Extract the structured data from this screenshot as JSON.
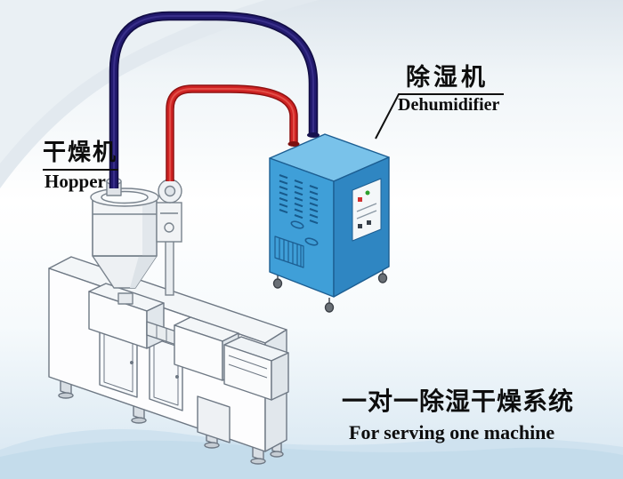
{
  "labels": {
    "hopper": {
      "cn": "干燥机",
      "en": "Hopper"
    },
    "dehumidifier": {
      "cn": "除湿机",
      "en": "Dehumidifier"
    },
    "caption": {
      "cn": "一对一除湿干燥系统",
      "en": "For serving one machine"
    }
  },
  "colors": {
    "dehumidifier_front": "#3f9fd8",
    "dehumidifier_side": "#2f86c2",
    "dehumidifier_top": "#79c2ea",
    "pipe_return_navy": "#221a6e",
    "pipe_supply_red": "#cf2323",
    "machine_outline": "#6e7884",
    "label_text": "#0d0d0d",
    "background_wave": "#cfe2ef"
  },
  "icons": {
    "dehumidifier": "dehumidifier-cabinet",
    "hopper": "hopper-dryer",
    "extruder": "extruder-machine",
    "loader": "loader-blower",
    "pipe_navy": "return-air-pipe",
    "pipe_red": "dry-air-pipe"
  }
}
